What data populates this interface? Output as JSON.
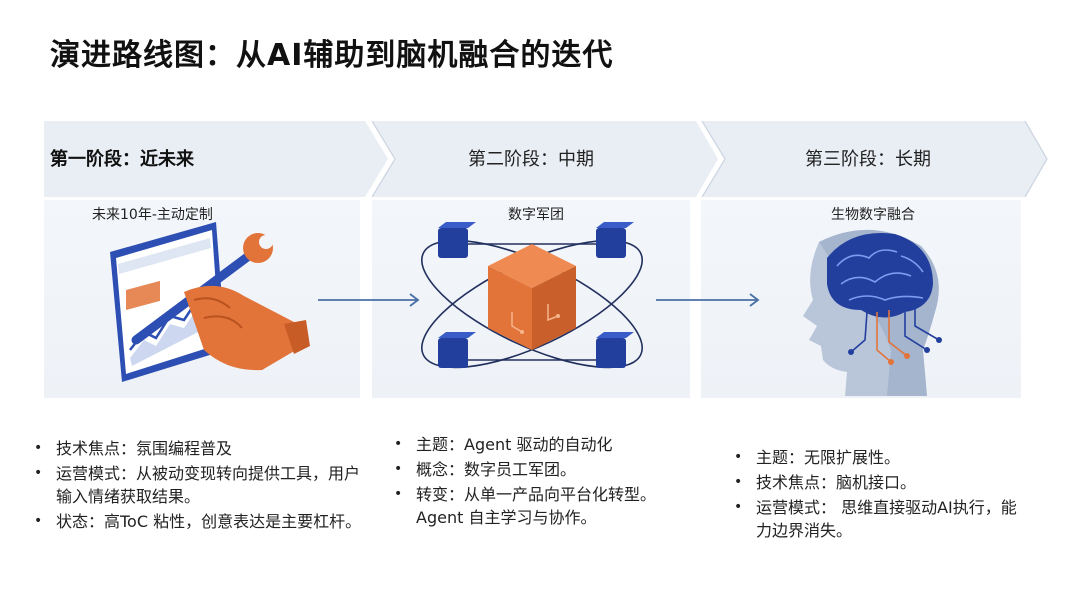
{
  "title": "演进路线图：从AI辅助到脑机融合的迭代",
  "stages": [
    {
      "title": "第一阶段：近未来",
      "panel_label": "未来10年-主动定制",
      "illustration_icon": "wrench-hand-screen-icon",
      "bullets": [
        "技术焦点：氛围编程普及",
        "运营模式：从被动变现转向提供工具，用户输入情绪获取结果。",
        "状态：高ToC 粘性，创意表达是主要杠杆。"
      ]
    },
    {
      "title": "第二阶段：中期",
      "panel_label": "数字军团",
      "illustration_icon": "cube-network-icon",
      "bullets": [
        "主题：Agent 驱动的自动化",
        "概念：数字员工军团。",
        "转变：从单一产品向平台化转型。 Agent 自主学习与协作。"
      ]
    },
    {
      "title": "第三阶段：长期",
      "panel_label": "生物数字融合",
      "illustration_icon": "brain-head-icon",
      "bullets": [
        "主题：无限扩展性。",
        "技术焦点：脑机接口。",
        "运营模式： 思维直接驱动AI执行，能力边界消失。"
      ]
    }
  ],
  "colors": {
    "stage_bar": "#e9eef4",
    "panel": "#f1f4f8",
    "accent_orange": "#e2743a",
    "accent_blue": "#233f9e",
    "arrow": "#4a6fa5"
  }
}
